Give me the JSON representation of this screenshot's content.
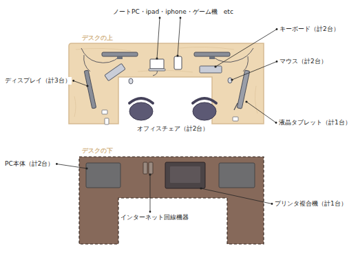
{
  "diagram": {
    "labels": [
      "ノートPC・ipad・iphone・ゲーム機　etc",
      "キーボード（計2台）",
      "デスクの上",
      "マウス（計2台）",
      "ディスプレイ（計3台）",
      "液晶タブレット（計1台）",
      "オフィスチェア（計2台）",
      "デスクの下",
      "PC本体（計2台）",
      "プリンタ複合機（計1台）",
      "インターネット回線機器"
    ]
  }
}
